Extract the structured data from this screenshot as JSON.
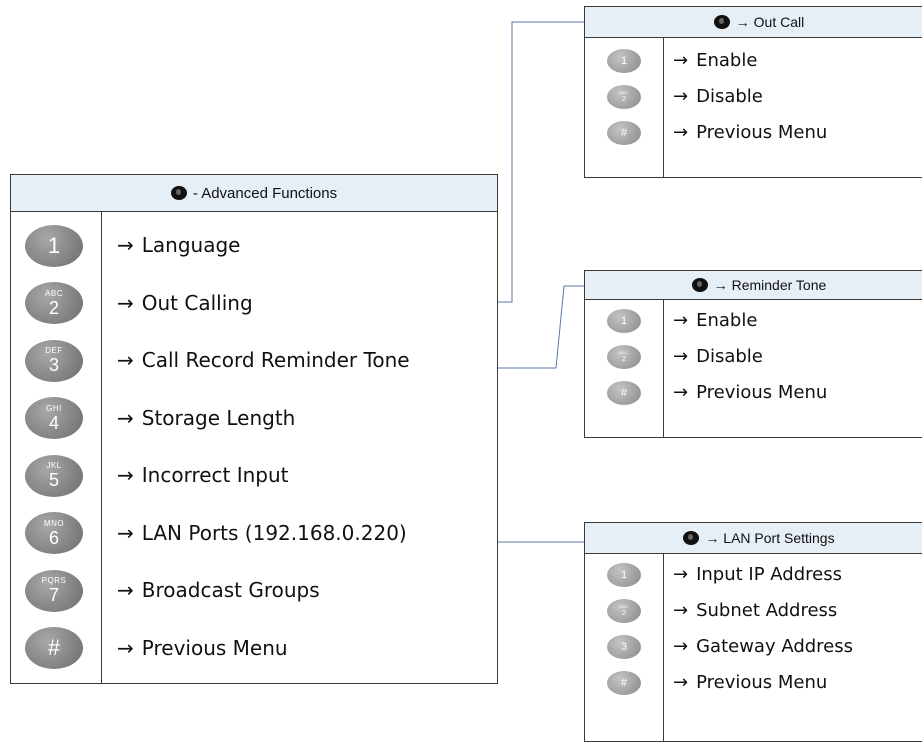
{
  "arrow": "→",
  "main": {
    "header_icon": "9-key-icon",
    "title": "- Advanced Functions",
    "rows": [
      {
        "key": "1",
        "sub": "",
        "label": "Language"
      },
      {
        "key": "2",
        "sub": "ABC",
        "label": "Out Calling"
      },
      {
        "key": "3",
        "sub": "DEF",
        "label": "Call Record Reminder Tone"
      },
      {
        "key": "4",
        "sub": "GHI",
        "label": "Storage Length"
      },
      {
        "key": "5",
        "sub": "JKL",
        "label": "Incorrect Input"
      },
      {
        "key": "6",
        "sub": "MNO",
        "label": "LAN Ports (192.168.0.220)"
      },
      {
        "key": "7",
        "sub": "PQRS",
        "label": "Broadcast Groups"
      },
      {
        "key": "#",
        "sub": "",
        "label": "Previous Menu"
      }
    ]
  },
  "out_call": {
    "header_icon": "2-key-icon",
    "title": "→ Out Call",
    "rows": [
      {
        "key": "1",
        "sub": "",
        "label": "Enable"
      },
      {
        "key": "2",
        "sub": "ABC",
        "label": "Disable"
      },
      {
        "key": "#",
        "sub": "",
        "label": "Previous Menu"
      }
    ]
  },
  "reminder_tone": {
    "header_icon": "3-key-icon",
    "title": "→ Reminder Tone",
    "rows": [
      {
        "key": "1",
        "sub": "",
        "label": "Enable"
      },
      {
        "key": "2",
        "sub": "ABC",
        "label": "Disable"
      },
      {
        "key": "#",
        "sub": "",
        "label": "Previous Menu"
      }
    ]
  },
  "lan_port": {
    "header_icon": "6-key-icon",
    "title": "→ LAN Port Settings",
    "rows": [
      {
        "key": "1",
        "sub": "",
        "label": "Input IP Address"
      },
      {
        "key": "2",
        "sub": "ABC",
        "label": "Subnet Address"
      },
      {
        "key": "3",
        "sub": "",
        "label": "Gateway Address"
      },
      {
        "key": "#",
        "sub": "",
        "label": "Previous Menu"
      }
    ]
  },
  "colors": {
    "header_bg": "#e6eef6",
    "border": "#3a3a3a",
    "connector": "#5a78a8",
    "key": "#8a8a8a"
  }
}
